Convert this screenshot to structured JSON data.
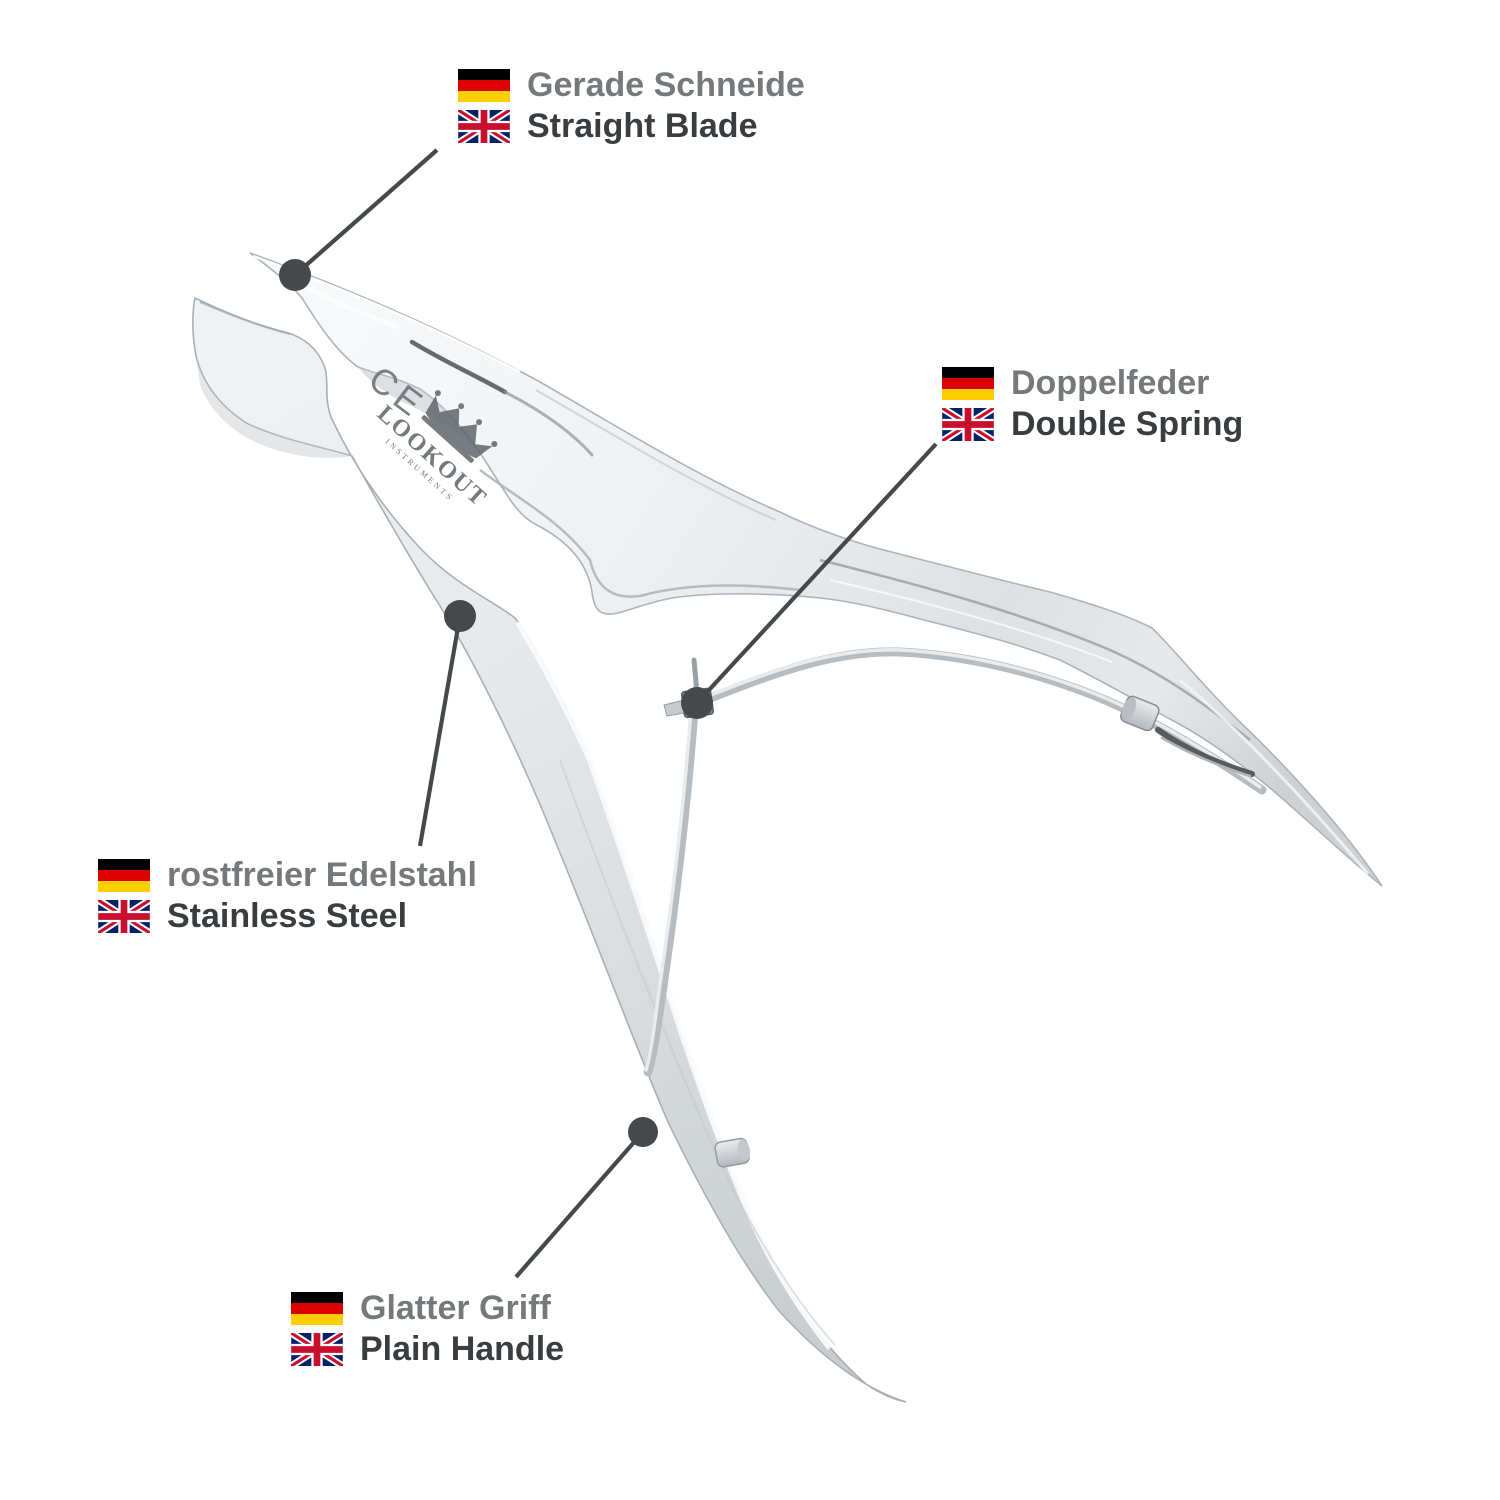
{
  "callouts": {
    "straight_blade": {
      "de": "Gerade Schneide",
      "en": "Straight Blade"
    },
    "double_spring": {
      "de": "Doppelfeder",
      "en": "Double Spring"
    },
    "stainless_steel": {
      "de": "rostfreier Edelstahl",
      "en": "Stainless Steel"
    },
    "plain_handle": {
      "de": "Glatter Griff",
      "en": "Plain Handle"
    }
  },
  "engraving": {
    "ce_mark": "CE",
    "brand": "LOOKOUT",
    "brand_subtitle": "INSTRUMENTS"
  },
  "icons": {
    "german_flag": "german-flag-icon",
    "uk_flag": "uk-flag-icon"
  },
  "colors": {
    "background": "#ffffff",
    "german_label_text": "#76797c",
    "english_label_text": "#3a3d40",
    "leader_line": "#46494c",
    "flag_german": [
      "#000000",
      "#dd0000",
      "#ffce00"
    ],
    "flag_uk": {
      "field": "#012169",
      "cross": "#c8102e",
      "fimbriation": "#ffffff"
    },
    "steel_light": "#f6f8f9",
    "steel_dark": "#ccd1d5"
  }
}
